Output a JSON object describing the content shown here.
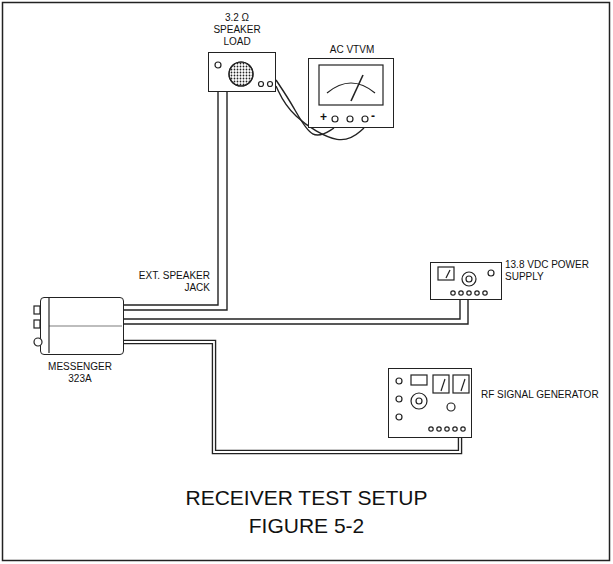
{
  "diagram": {
    "title": "RECEIVER TEST SETUP",
    "caption": "FIGURE 5-2",
    "nodes": [
      {
        "text": [
          "3.2 Ω SPEAKER LOAD"
        ]
      },
      {
        "text": [
          "AC VTVM"
        ]
      },
      {
        "text": [
          "13.8 VDC POWER SUPPLY"
        ]
      },
      {
        "text": [
          "MESSENGER 323A"
        ]
      },
      {
        "text": [
          "RF SIGNAL GENERATOR"
        ]
      }
    ],
    "edges": [
      {
        "from": 0,
        "to": 1,
        "arrow": "none"
      },
      {
        "from": 3,
        "to": 0,
        "arrow": "none",
        "label": "EXT. SPEAKER JACK"
      },
      {
        "from": 3,
        "to": 2,
        "arrow": "none"
      },
      {
        "from": 3,
        "to": 4,
        "arrow": "none"
      }
    ],
    "labels": [
      "+",
      "-"
    ]
  }
}
